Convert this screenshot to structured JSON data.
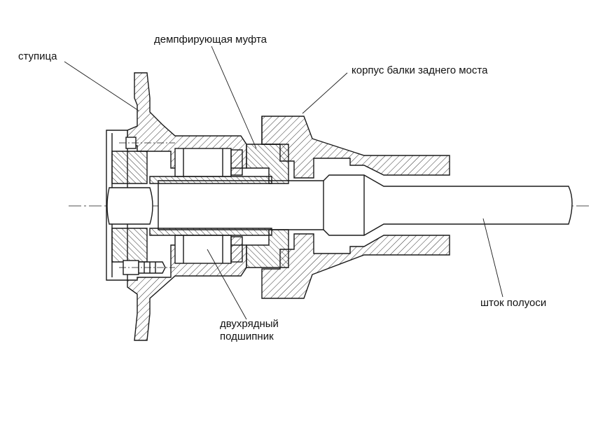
{
  "labels": {
    "hub": "ступица",
    "damper": "демпфирующая муфта",
    "housing": "корпус балки заднего моста",
    "bearing_line1": "двухрядный",
    "bearing_line2": "подшипник",
    "shaft": "шток полуоси"
  },
  "colors": {
    "line": "#1a1a1a",
    "background": "#ffffff"
  }
}
